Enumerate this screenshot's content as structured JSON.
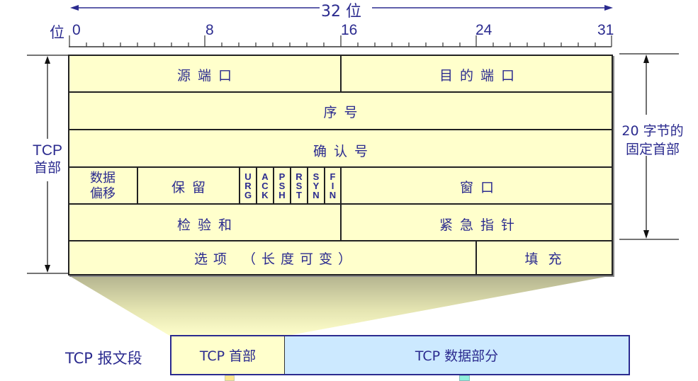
{
  "diagram": {
    "title_width": "32 位",
    "bit_axis": {
      "prefix": "位",
      "ticks": [
        "0",
        "8",
        "16",
        "24",
        "31"
      ]
    },
    "left_bracket": {
      "label_line1": "TCP",
      "label_line2": "首部"
    },
    "right_bracket": {
      "label_line1": "20 字节的",
      "label_line2": "固定首部"
    },
    "header_rows": {
      "row1": {
        "source_port": "源端口",
        "dest_port": "目的端口"
      },
      "row2": {
        "sequence_number": "序号"
      },
      "row3": {
        "ack_number": "确认号"
      },
      "row4": {
        "data_offset_line1": "数据",
        "data_offset_line2": "偏移",
        "reserved": "保留",
        "flags": [
          {
            "name": "URG",
            "letters": [
              "U",
              "R",
              "G"
            ]
          },
          {
            "name": "ACK",
            "letters": [
              "A",
              "C",
              "K"
            ]
          },
          {
            "name": "PSH",
            "letters": [
              "P",
              "S",
              "H"
            ]
          },
          {
            "name": "RST",
            "letters": [
              "R",
              "S",
              "T"
            ]
          },
          {
            "name": "SYN",
            "letters": [
              "S",
              "Y",
              "N"
            ]
          },
          {
            "name": "FIN",
            "letters": [
              "F",
              "I",
              "N"
            ]
          }
        ],
        "window": "窗口"
      },
      "row5": {
        "checksum": "检验和",
        "urgent_pointer": "紧急指针"
      },
      "row6": {
        "options": "选项 （长度可变）",
        "padding": "填充"
      }
    },
    "segment": {
      "label": "TCP 报文段",
      "header_part": "TCP 首部",
      "data_part": "TCP 数据部分"
    },
    "colors": {
      "header_fill": "#FFFFCC",
      "data_fill": "#CCE9FF",
      "text": "#2B2B8F",
      "border": "#222222",
      "segment_border": "#2B2B8F",
      "funnel_top": "#B3B38F",
      "funnel_bottom": "#FFFFCC"
    }
  }
}
